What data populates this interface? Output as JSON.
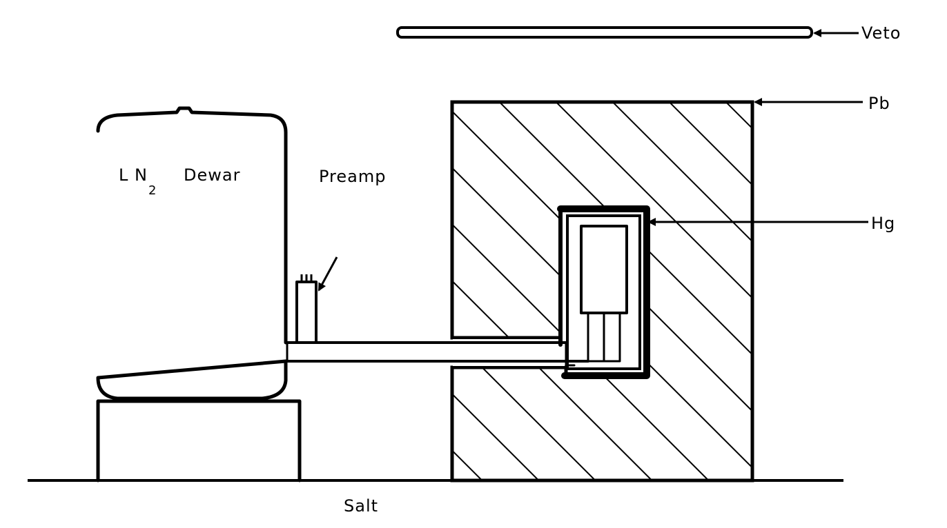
{
  "labels": {
    "veto": "Veto",
    "pb": "Pb",
    "hg": "Hg",
    "preamp": "Preamp",
    "dewar_prefix": "L N",
    "dewar_subscript": "2",
    "dewar_suffix": "Dewar",
    "salt": "Salt"
  }
}
